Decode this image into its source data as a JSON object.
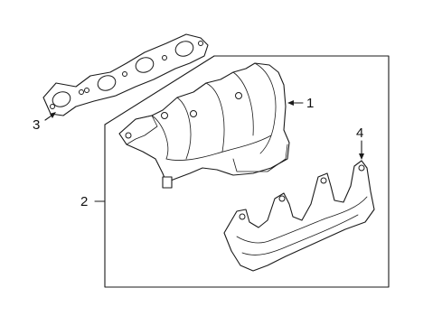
{
  "diagram": {
    "callouts": [
      {
        "id": "1",
        "label": "1",
        "part": "exhaust-manifold"
      },
      {
        "id": "2",
        "label": "2",
        "part": "manifold-assembly-group"
      },
      {
        "id": "3",
        "label": "3",
        "part": "manifold-gasket"
      },
      {
        "id": "4",
        "label": "4",
        "part": "heat-shield"
      }
    ],
    "line_color": "#1a1a1a",
    "background": "#ffffff"
  }
}
